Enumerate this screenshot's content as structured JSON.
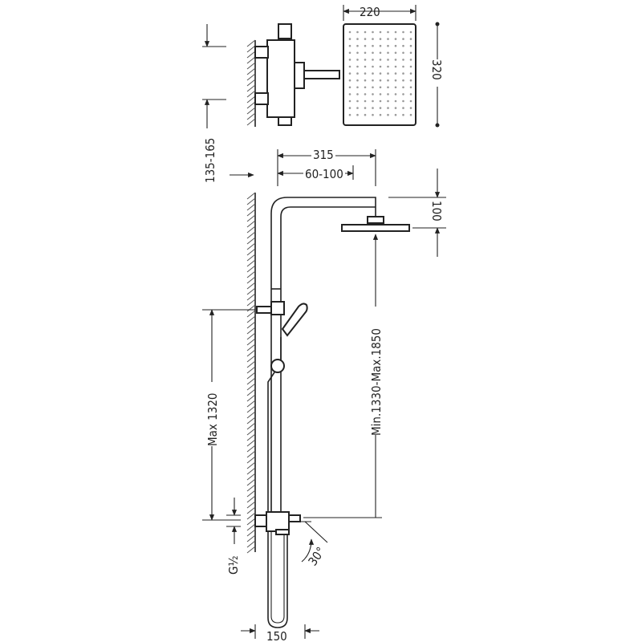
{
  "dimensions": {
    "head_width": "220",
    "head_depth": "320",
    "wall_offset_range": "135-165",
    "arm_length": "315",
    "arm_adjust": "60-100",
    "head_drop": "100",
    "head_height_range": "Min.1330-Max.1850",
    "rail_max": "Max 1320",
    "inlet_thread": "G½",
    "tilt_angle": "30°",
    "inlet_centers": "150"
  },
  "colors": {
    "line": "#222222",
    "wall_hatch": "#555555",
    "nozzle_dots": "#999999"
  }
}
